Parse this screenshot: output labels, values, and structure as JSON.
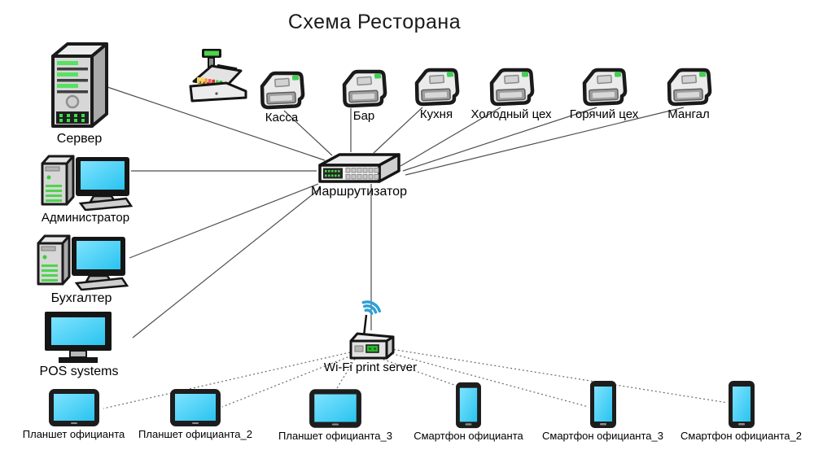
{
  "title": "Схема Ресторана",
  "colors": {
    "screen_cyan": "#35CDF2",
    "led_green": "#3CCB3C",
    "wifi_blue": "#2F9FD8",
    "line_solid": "#4E4E4E",
    "line_dotted": "#6B6B6B",
    "icon_outline": "#1A1A1A"
  },
  "icons": {
    "server": "tower-server",
    "cash_register": "cash-register",
    "printer": "thermal-printer",
    "router": "network-switch",
    "workstation": "desktop-computer",
    "pos": "monitor",
    "wifi": "wifi-access-point",
    "tablet": "tablet",
    "phone": "smartphone"
  },
  "nodes": {
    "server": {
      "label": "Сервер"
    },
    "cash_register": {
      "label": ""
    },
    "printer_kassa": {
      "label": "Касса"
    },
    "printer_bar": {
      "label": "Бар"
    },
    "printer_kitchen": {
      "label": "Кухня"
    },
    "printer_cold": {
      "label": "Холодный цех"
    },
    "printer_hot": {
      "label": "Горячий цех"
    },
    "printer_grill": {
      "label": "Мангал"
    },
    "router": {
      "label": "Маршрутизатор"
    },
    "admin": {
      "label": "Администратор"
    },
    "accountant": {
      "label": "Бухгалтер"
    },
    "pos": {
      "label": "POS systems"
    },
    "wifi": {
      "label": "Wi-Fi print server"
    },
    "tablet1": {
      "label": "Планшет официанта"
    },
    "tablet2": {
      "label": "Планшет официанта_2"
    },
    "tablet3": {
      "label": "Планшет официанта_3"
    },
    "phone1": {
      "label": "Смартфон официанта"
    },
    "phone3": {
      "label": "Смартфон официанта_3"
    },
    "phone2": {
      "label": "Смартфон официанта_2"
    }
  },
  "connections": [
    {
      "from": "server",
      "to": "router",
      "style": "solid"
    },
    {
      "from": "printer_kassa",
      "to": "router",
      "style": "solid"
    },
    {
      "from": "printer_bar",
      "to": "router",
      "style": "solid"
    },
    {
      "from": "printer_kitchen",
      "to": "router",
      "style": "solid"
    },
    {
      "from": "printer_cold",
      "to": "router",
      "style": "solid"
    },
    {
      "from": "printer_hot",
      "to": "router",
      "style": "solid"
    },
    {
      "from": "printer_grill",
      "to": "router",
      "style": "solid"
    },
    {
      "from": "admin",
      "to": "router",
      "style": "solid"
    },
    {
      "from": "accountant",
      "to": "router",
      "style": "solid"
    },
    {
      "from": "pos",
      "to": "router",
      "style": "solid"
    },
    {
      "from": "router",
      "to": "wifi",
      "style": "solid"
    },
    {
      "from": "wifi",
      "to": "tablet1",
      "style": "dotted"
    },
    {
      "from": "wifi",
      "to": "tablet2",
      "style": "dotted"
    },
    {
      "from": "wifi",
      "to": "tablet3",
      "style": "dotted"
    },
    {
      "from": "wifi",
      "to": "phone1",
      "style": "dotted"
    },
    {
      "from": "wifi",
      "to": "phone3",
      "style": "dotted"
    },
    {
      "from": "wifi",
      "to": "phone2",
      "style": "dotted"
    }
  ]
}
